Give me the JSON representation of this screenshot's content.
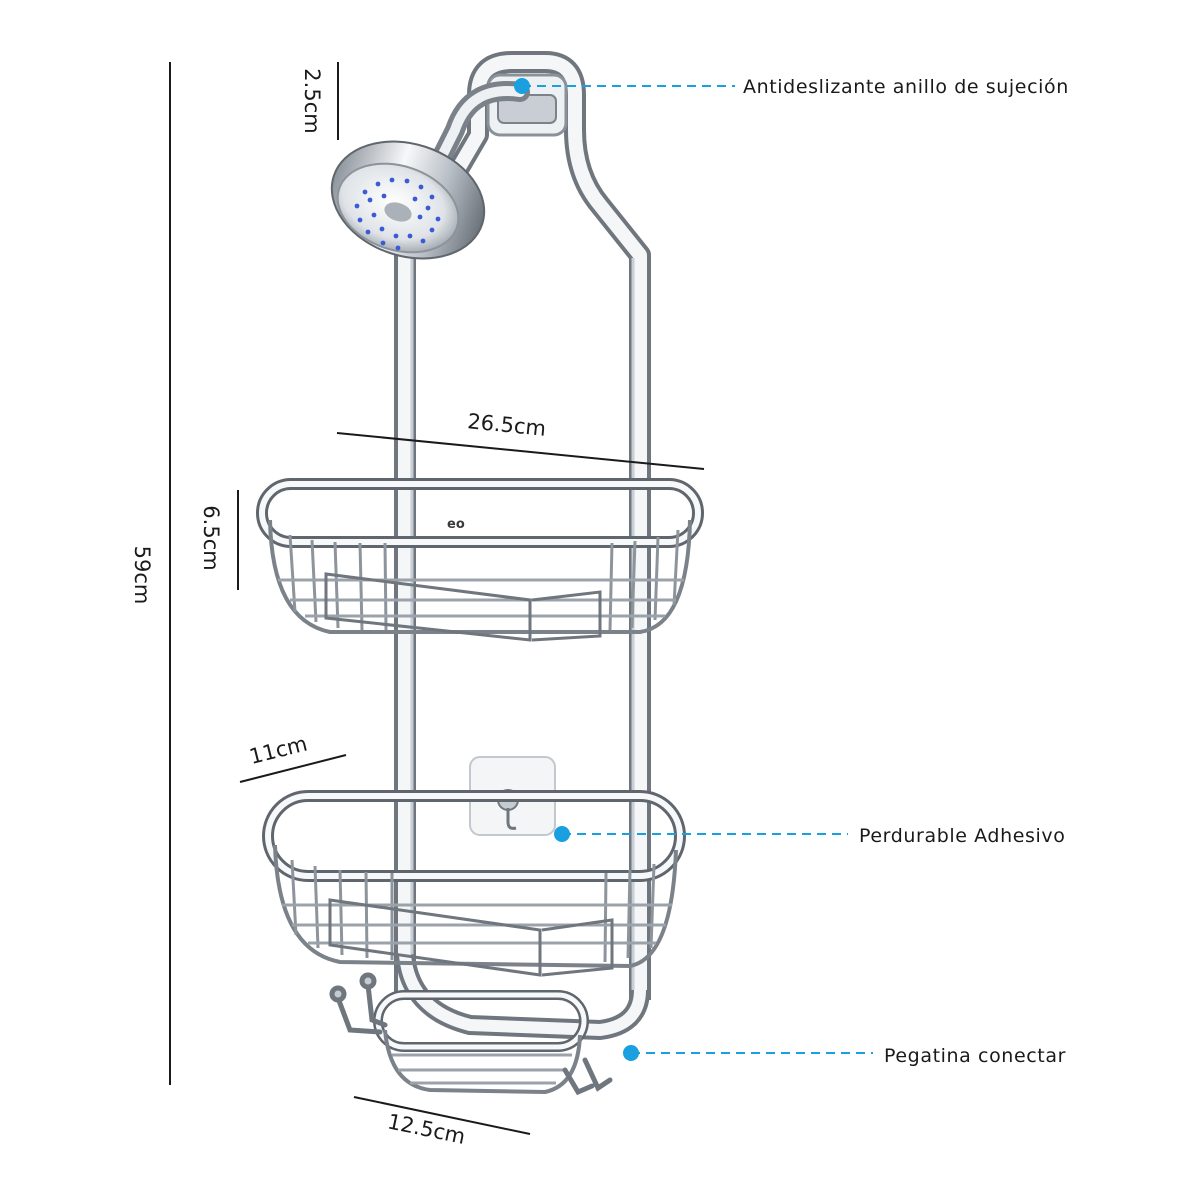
{
  "dimensions": {
    "total_height": "59cm",
    "hook_height": "2.5cm",
    "basket_height": "6.5cm",
    "top_width": "26.5cm",
    "basket_depth": "11cm",
    "small_width": "12.5cm"
  },
  "callouts": [
    {
      "label": "Antideslizante anillo de sujeción"
    },
    {
      "label": "Perdurable Adhesivo"
    },
    {
      "label": "Pegatina conectar"
    }
  ],
  "brand_mark": "eo",
  "colors": {
    "callout_dot": "#1a9fe0",
    "callout_line": "#1a9fe0",
    "dimension_line": "#1a1a1a",
    "chrome_light": "#f4f6f8",
    "chrome_mid": "#aab1b8",
    "chrome_dark": "#5c636b"
  },
  "icons": {
    "product": "shower-caddy-illustration",
    "showerhead": "showerhead-icon"
  }
}
